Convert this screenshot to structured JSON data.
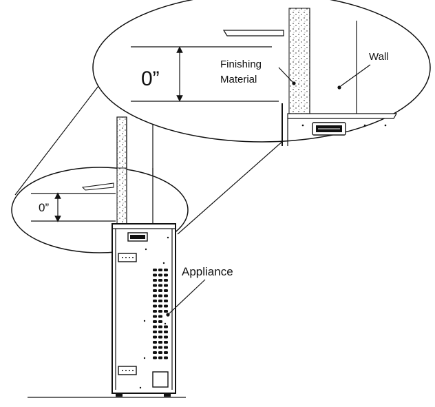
{
  "diagram": {
    "labels": {
      "clearance_large": "0”",
      "clearance_small": "0”",
      "finishing_line1": "Finishing",
      "finishing_line2": "Material",
      "wall": "Wall",
      "appliance": "Appliance"
    }
  }
}
